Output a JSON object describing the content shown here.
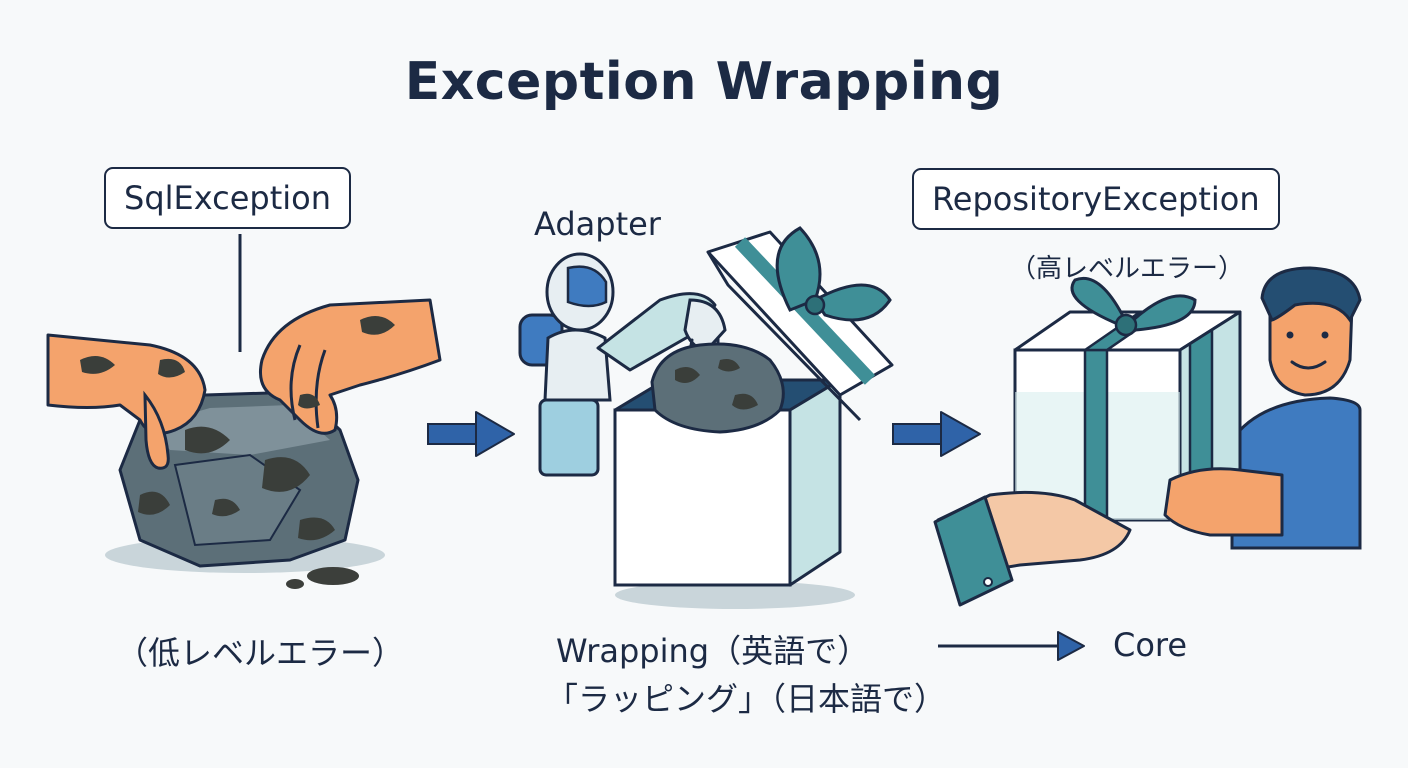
{
  "title": "Exception Wrapping",
  "left": {
    "box_label": "SqlException",
    "caption": "（低レベルエラー）"
  },
  "middle": {
    "actor_label": "Adapter",
    "caption_line1": "Wrapping（英語で）",
    "caption_line2": "「ラッピング」（日本語で）"
  },
  "right": {
    "box_label": "RepositoryException",
    "sublabel": "（高レベルエラー）"
  },
  "bottom_target": "Core",
  "colors": {
    "ink": "#1c2a44",
    "arrow_blue": "#2f63a8",
    "rock": "#5c6f78",
    "skin": "#f4a36c",
    "teal": "#3f8f97",
    "box_fill": "#c5e3e4",
    "shirt": "#3f7bc0"
  }
}
